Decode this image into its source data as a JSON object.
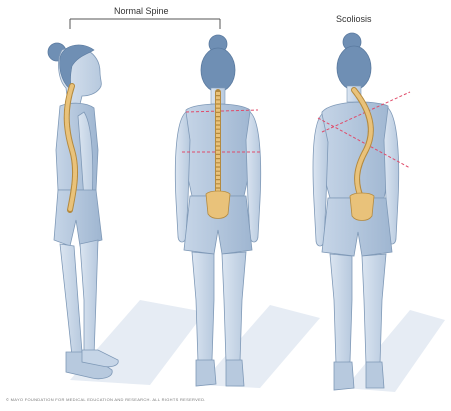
{
  "labels": {
    "normal_spine": "Normal Spine",
    "scoliosis": "Scoliosis"
  },
  "copyright": "© MAYO FOUNDATION FOR MEDICAL EDUCATION AND RESEARCH. ALL RIGHTS RESERVED.",
  "colors": {
    "skin": "#cfdcec",
    "skin_shade": "#a8bdd6",
    "outline": "#7f99b7",
    "hair": "#6f8fb4",
    "clothing": "#b8cbe0",
    "clothing_shade": "#9bb3cf",
    "spine": "#e9c27a",
    "spine_outline": "#b48a3f",
    "guide_line": "#e04b6a",
    "shadow": "#e3eaf3",
    "bracket": "#555555"
  }
}
